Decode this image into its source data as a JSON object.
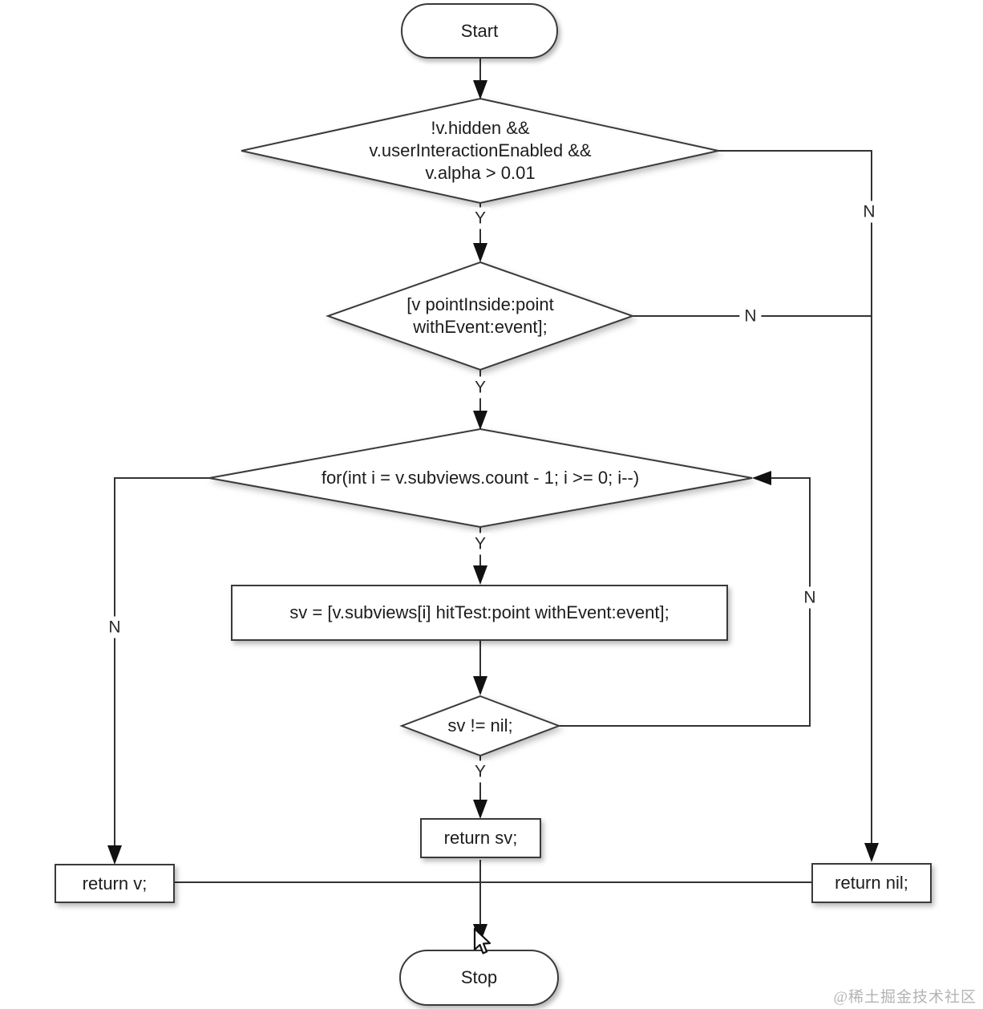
{
  "flowchart": {
    "nodes": {
      "start": {
        "label": "Start"
      },
      "visibility_check": {
        "label": "!v.hidden &&\nv.userInteractionEnabled &&\nv.alpha > 0.01"
      },
      "point_inside_check": {
        "label": "[v pointInside:point\nwithEvent:event];"
      },
      "subviews_loop": {
        "label": "for(int i = v.subviews.count - 1; i >= 0; i--)"
      },
      "hit_test_call": {
        "label": "sv = [v.subviews[i] hitTest:point withEvent:event];"
      },
      "sv_nil_check": {
        "label": "sv != nil;"
      },
      "return_sv": {
        "label": "return sv;"
      },
      "return_v": {
        "label": "return v;"
      },
      "return_nil": {
        "label": "return nil;"
      },
      "stop": {
        "label": "Stop"
      }
    },
    "edge_labels": {
      "visibility_yes": "Y",
      "visibility_no": "N",
      "point_inside_yes": "Y",
      "point_inside_no": "N",
      "loop_yes": "Y",
      "loop_no": "N",
      "sv_nil_yes": "Y",
      "sv_nil_no": "N"
    },
    "colors": {
      "line": "#333333",
      "node_border": "#3a3a3a",
      "text": "#1c1c1c",
      "background": "#ffffff",
      "watermark": "#b3b3b3"
    },
    "watermark": "@稀土掘金技术社区"
  }
}
